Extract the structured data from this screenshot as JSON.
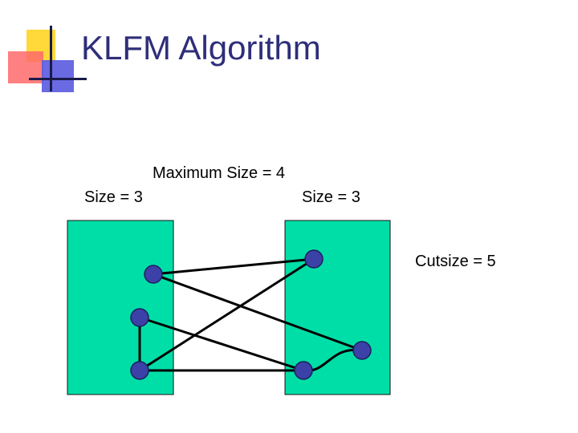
{
  "slide": {
    "title": "KLFM Algorithm",
    "max_size_label": "Maximum Size = 4",
    "left_size_label": "Size = 3",
    "right_size_label": "Size = 3",
    "cutsize_label": "Cutsize = 5"
  },
  "colors": {
    "partition_fill": "#00dea8",
    "node_fill": "#3b41a6",
    "title_color": "#2e2e7a",
    "logo_yellow": "#ffd83a",
    "logo_red": "#ff6a6a",
    "logo_blue": "#5a5ae0"
  },
  "diagram": {
    "partitions": [
      {
        "id": "left",
        "name": "left-partition"
      },
      {
        "id": "right",
        "name": "right-partition"
      }
    ],
    "nodes": [
      {
        "id": "L1",
        "partition": "left"
      },
      {
        "id": "L2",
        "partition": "left"
      },
      {
        "id": "L3",
        "partition": "left"
      },
      {
        "id": "R1",
        "partition": "right"
      },
      {
        "id": "R2",
        "partition": "right"
      },
      {
        "id": "R3",
        "partition": "right"
      }
    ],
    "edges": [
      {
        "from": "L1",
        "to": "R1"
      },
      {
        "from": "L1",
        "to": "R3"
      },
      {
        "from": "L2",
        "to": "R2"
      },
      {
        "from": "L3",
        "to": "R1"
      },
      {
        "from": "L3",
        "to": "R2"
      },
      {
        "from": "L2",
        "to": "L3"
      },
      {
        "from": "R2",
        "to": "R3"
      }
    ]
  }
}
